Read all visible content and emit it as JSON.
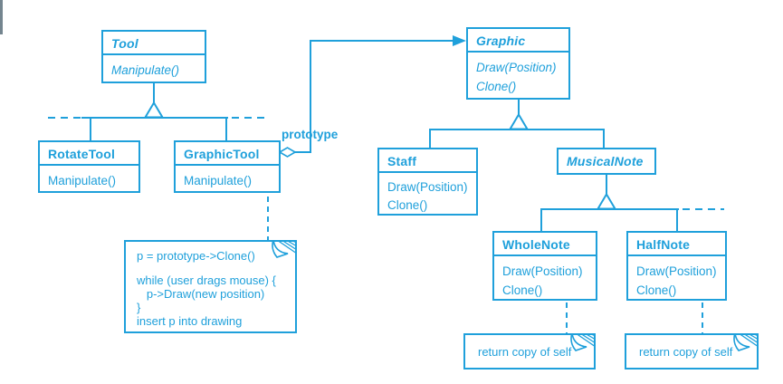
{
  "colors": {
    "accent": "#1FA0DB",
    "background": "#FFFFFF"
  },
  "classes": {
    "tool": {
      "name": "Tool",
      "abstract": true,
      "methods": [
        "Manipulate()"
      ]
    },
    "rotate_tool": {
      "name": "RotateTool",
      "abstract": false,
      "methods": [
        "Manipulate()"
      ]
    },
    "graphic_tool": {
      "name": "GraphicTool",
      "abstract": false,
      "methods": [
        "Manipulate()"
      ]
    },
    "graphic": {
      "name": "Graphic",
      "abstract": true,
      "methods": [
        "Draw(Position)",
        "Clone()"
      ]
    },
    "staff": {
      "name": "Staff",
      "abstract": false,
      "methods": [
        "Draw(Position)",
        "Clone()"
      ]
    },
    "musical_note": {
      "name": "MusicalNote",
      "abstract": true,
      "methods": []
    },
    "whole_note": {
      "name": "WholeNote",
      "abstract": false,
      "methods": [
        "Draw(Position)",
        "Clone()"
      ]
    },
    "half_note": {
      "name": "HalfNote",
      "abstract": false,
      "methods": [
        "Draw(Position)",
        "Clone()"
      ]
    }
  },
  "relationships": {
    "prototype_label": "prototype"
  },
  "annotations": {
    "graphic_tool_code": {
      "lines": [
        "p = prototype->Clone()",
        "while (user drags mouse) {",
        "   p->Draw(new position)",
        "}",
        "insert p into drawing"
      ]
    },
    "whole_note_note": "return copy of self",
    "half_note_note": "return copy of self"
  }
}
